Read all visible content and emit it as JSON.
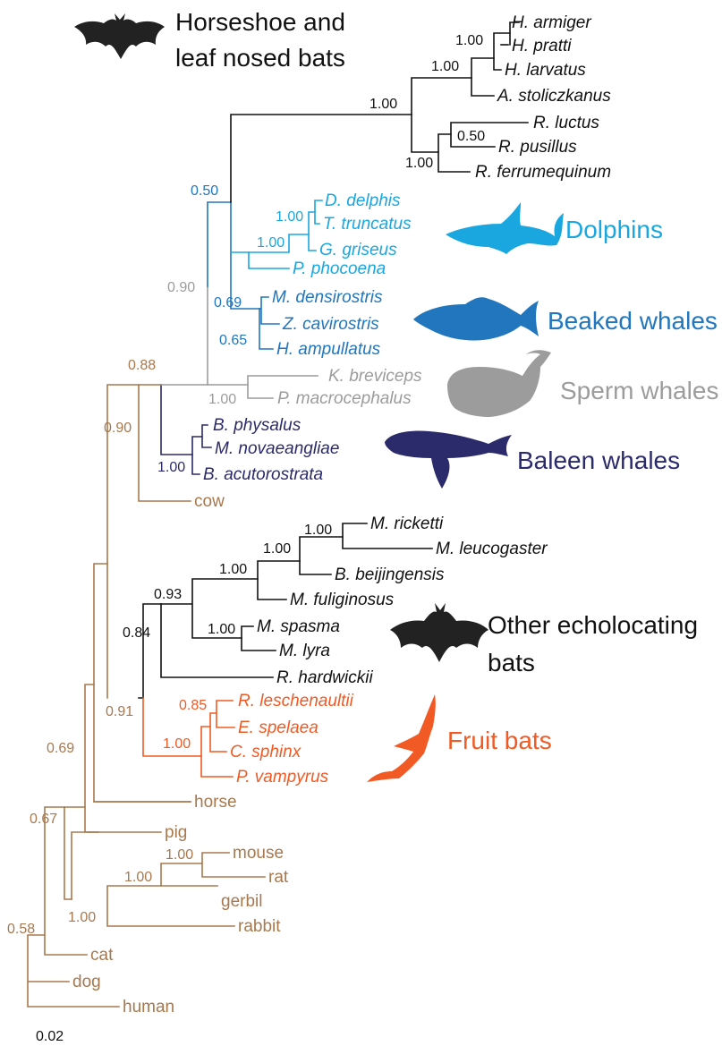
{
  "colors": {
    "bats": "#111111",
    "dolphins": "#1aa7e0",
    "beaked": "#2176bd",
    "sperm": "#9c9c9c",
    "baleen": "#2b2a6b",
    "fruit": "#f15a24",
    "outgroup": "#a8784e"
  },
  "groups": {
    "horseshoe": {
      "line1": "Horseshoe and",
      "line2": "leaf nosed bats",
      "icon": "bat-silhouette"
    },
    "dolphins": {
      "label": "Dolphins",
      "icon": "dolphin-silhouette"
    },
    "beaked": {
      "label": "Beaked whales",
      "icon": "beaked-whale-silhouette"
    },
    "sperm": {
      "label": "Sperm whales",
      "icon": "sperm-whale-silhouette"
    },
    "baleen": {
      "label": "Baleen whales",
      "icon": "humpback-whale-silhouette"
    },
    "other_bats": {
      "line1": "Other echolocating",
      "line2": "bats",
      "icon": "bat-silhouette"
    },
    "fruit_bats": {
      "label": "Fruit bats",
      "icon": "fruit-bat-silhouette"
    }
  },
  "taxa": {
    "h_armiger": "H. armiger",
    "h_pratti": "H. pratti",
    "h_larvatus": "H. larvatus",
    "a_stoliczkanus": "A. stoliczkanus",
    "r_luctus": "R. luctus",
    "r_pusillus": "R. pusillus",
    "r_ferrumequinum": "R. ferrumequinum",
    "d_delphis": "D. delphis",
    "t_truncatus": "T. truncatus",
    "g_griseus": "G. griseus",
    "p_phocoena": "P. phocoena",
    "m_densirostris": "M. densirostris",
    "z_cavirostris": "Z. cavirostris",
    "h_ampullatus": "H. ampullatus",
    "k_breviceps": "K. breviceps",
    "p_macrocephalus": "P. macrocephalus",
    "b_physalus": "B. physalus",
    "m_novaeangliae": "M. novaeangliae",
    "b_acutorostrata": "B. acutorostrata",
    "cow": "cow",
    "m_ricketti": "M. ricketti",
    "m_leucogaster": "M. leucogaster",
    "b_beijingensis": "B. beijingensis",
    "m_fuliginosus": "M. fuliginosus",
    "m_spasma": "M. spasma",
    "m_lyra": "M. lyra",
    "r_hardwickii": "R. hardwickii",
    "r_leschenaultii": "R. leschenaultii",
    "e_spelaea": "E. spelaea",
    "c_sphinx": "C. sphinx",
    "p_vampyrus": "P. vampyrus",
    "horse": "horse",
    "pig": "pig",
    "mouse": "mouse",
    "rat": "rat",
    "gerbil": "gerbil",
    "rabbit": "rabbit",
    "cat": "cat",
    "dog": "dog",
    "human": "human"
  },
  "support": {
    "h_armiger_pratti": "1.00",
    "hipposideridae": "1.00",
    "horseshoe_leafnosed": "1.00",
    "r_pusillus_luctus": "0.50",
    "rhinolophus": "1.00",
    "bats_odontocetes": "0.50",
    "d_delphis_truncatus": "1.00",
    "dolphins": "1.00",
    "odontocetes_core": "0.69",
    "beaked": "0.65",
    "odontocetes": "0.90",
    "sperm": "1.00",
    "cetaceans": "0.88",
    "baleen": "1.00",
    "cow_clade": "0.90",
    "m_ricketti_leucogaster": "1.00",
    "myotis": "1.00",
    "vespertilionidae": "1.00",
    "yangochiroptera": "0.93",
    "megaderma": "1.00",
    "other_bats": "0.84",
    "fruit_inner": "0.85",
    "fruit_bats": "1.00",
    "bats_all": "0.91",
    "horse_clade": "0.69",
    "pig_clade": "0.67",
    "mouse_rat": "1.00",
    "murinae": "1.00",
    "glires": "1.00",
    "root_clade": "0.58"
  },
  "scale_bar": "0.02"
}
